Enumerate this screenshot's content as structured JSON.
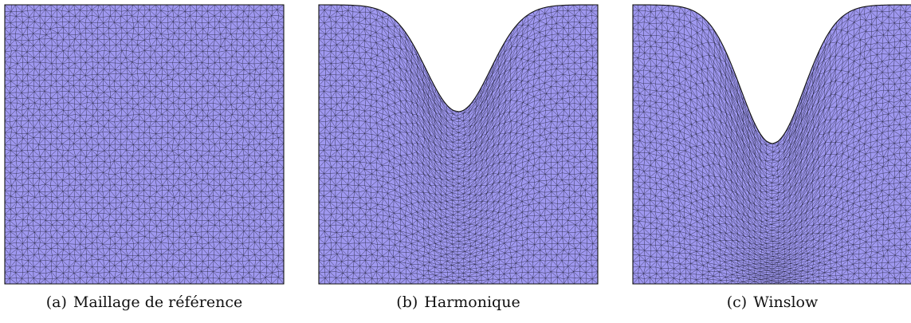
{
  "figure": {
    "colors": {
      "fill": "#9f98f0",
      "mesh_line": "#1a1a2e",
      "outline": "#111111"
    },
    "panels": [
      {
        "tag": "(a)",
        "title": "Maillage de référence",
        "shape": "square"
      },
      {
        "tag": "(b)",
        "title": "Harmonique",
        "shape": "harmonic"
      },
      {
        "tag": "(c)",
        "title": "Winslow",
        "shape": "winslow"
      }
    ]
  }
}
